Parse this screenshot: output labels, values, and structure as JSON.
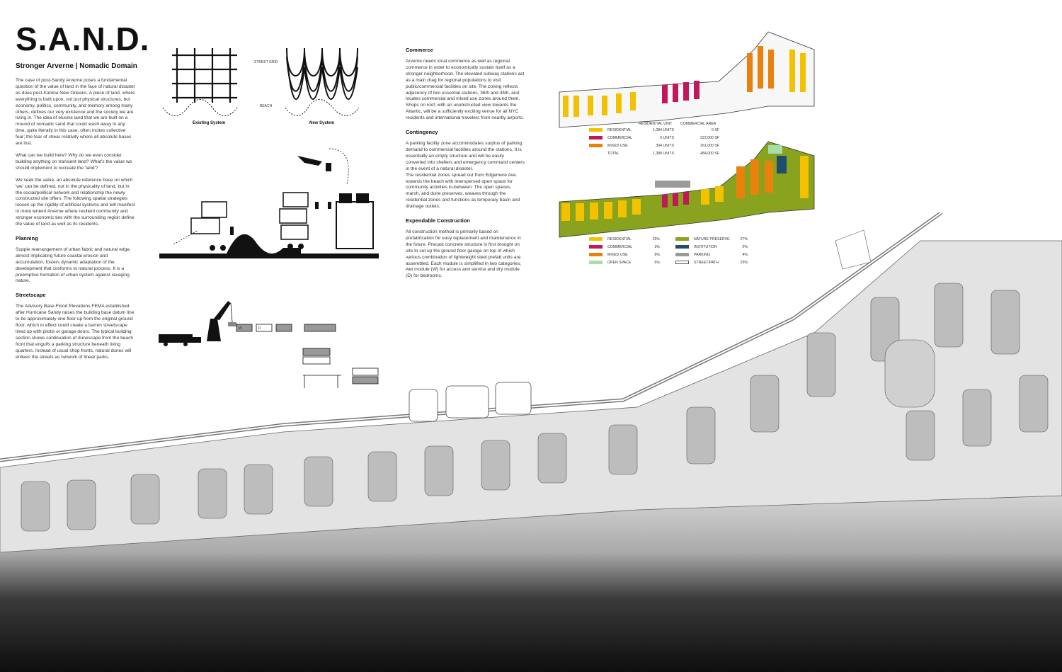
{
  "title": "S.A.N.D.",
  "subtitle": "Stronger Arverne | Nomadic Domain",
  "intro": {
    "p1": "The case of post-Sandy Arverne poses a fundamental question of the value of land in the face of natural disaster as does post-Katrina New Orleans. A piece of land, where everything is built upon, not just physical structures, but economy, politics, community, and memory among many others, defines our very existence and the society we are living in. The idea of elusive land that we are built on a mound of nomadic sand that could wash away in any time, quite literally in this case, often incites collective fear; the fear of shear relativity where all absolute bases are lost.",
    "p2": "What can we build here? Why do we even consider building anything on transient land? What's the value we should implement to recreate the 'land'?",
    "p3": "We seek the value, an absolute reference base on which 'we' can be defined, not in the physicality of land, but in the social/political network and relationship the newly constructed site offers. The following spatial strategies loosen up the rigidity of artificial systems and will manifest in more lenient Arverne where resilient community and stronger economic ties with the surrounding region define the value of land as well as its residents."
  },
  "planning": {
    "heading": "Planning",
    "text": "Supple rearrangement of urban fabric and natural edge, almost implicating future coastal erosion and accumulation, fosters dynamic adaptation of the development that conforms to natural process. It is a preemptive formation of urban system against ravaging nature."
  },
  "streetscape": {
    "heading": "Streetscape",
    "text": "The Advisory Base Flood Elevations FEMA established after Hurricane Sandy raises the building base datum line to be approximately one floor up from the original ground floor, which in effect could create a barren streetscape lined up with pilotis or garage doors. The typical building section shows continuation of dunescape from the beach front that engulfs a parking structure beneath living quarters. Instead of usual shop fronts, natural dunes will enliven the streets as network of linear parks."
  },
  "commerce": {
    "heading": "Commerce",
    "text": "Arverne needs local commerce as well as regional commerce in order to economically sustain itself as a stronger neighborhood. The elevated subway stations act as a main drag for regional populations to visit public/commercial facilities on site. The zoning reflects adjacency of two essential stations, 36th and 44th, and locates commercial and mixed use zones around them. Shops on roof, with an unobstructed view towards the Atlantic, will be a sufficiently exciting venue for all NYC residents and international travelers from nearby airports."
  },
  "contingency": {
    "heading": "Contingency",
    "text1": "A parking facility zone accommodates surplus of parking demand to commercial facilities around the stations. It is essentially an empty structure and will be easily converted into shelters and emergency command centers in the event of a natural disaster.",
    "text2": "The residential zones spread out from Edgemere Ave. towards the beach with interspersed open space for community activities in-between. The open spaces, marsh, and dune preserves, weaves through the residential zones and functions as temporary basin and drainage outlets."
  },
  "expendable": {
    "heading": "Expendable Construction",
    "text": "All construction method is primarily based on prefabrication for easy replacement and maintenance in the future. Precast concrete structure is first brought on site to set up the ground floor garage on top of which various combination of lightweight steel prefab units are assembled. Each module is simplified in two categories; wet module (W) for access and service and dry module (D) for bedrooms."
  },
  "diagram": {
    "street_grid": "STREET GRID",
    "beach": "BEACH",
    "existing": "Existing System",
    "new": "New System",
    "w": "W",
    "d": "D"
  },
  "legend1": {
    "col_unit": "RESIDENTIAL UNIT",
    "col_area": "COMMERCIAL AREA",
    "rows": [
      {
        "label": "RESIDENTIAL",
        "units": "1,084 UNITS",
        "area": "0 SF",
        "color": "#f2c200"
      },
      {
        "label": "COMMERCIAL",
        "units": "0 UNITS",
        "area": "223,000 SF",
        "color": "#c2185b"
      },
      {
        "label": "MIXED USE",
        "units": "304 UNITS",
        "area": "261,000 SF",
        "color": "#e8820c"
      },
      {
        "label": "TOTAL",
        "units": "1,388 UNITS",
        "area": "484,000 SF",
        "color": ""
      }
    ]
  },
  "legend2": {
    "left": [
      {
        "label": "RESIDENTIAL",
        "pct": "25%",
        "color": "#f2c200"
      },
      {
        "label": "COMMERCIAL",
        "pct": "3%",
        "color": "#c2185b"
      },
      {
        "label": "MIXED USE",
        "pct": "8%",
        "color": "#e8820c"
      },
      {
        "label": "OPEN SPACE",
        "pct": "6%",
        "color": "#a8dca8"
      }
    ],
    "right": [
      {
        "label": "NATURE PRESERVE",
        "pct": "27%",
        "color": "#8aa31e"
      },
      {
        "label": "INSTITUTION",
        "pct": "2%",
        "color": "#1e4e6e"
      },
      {
        "label": "PARKING",
        "pct": "4%",
        "color": "#9a9a9a"
      },
      {
        "label": "STREET/PATH",
        "pct": "25%",
        "color": "#ffffff"
      }
    ]
  }
}
